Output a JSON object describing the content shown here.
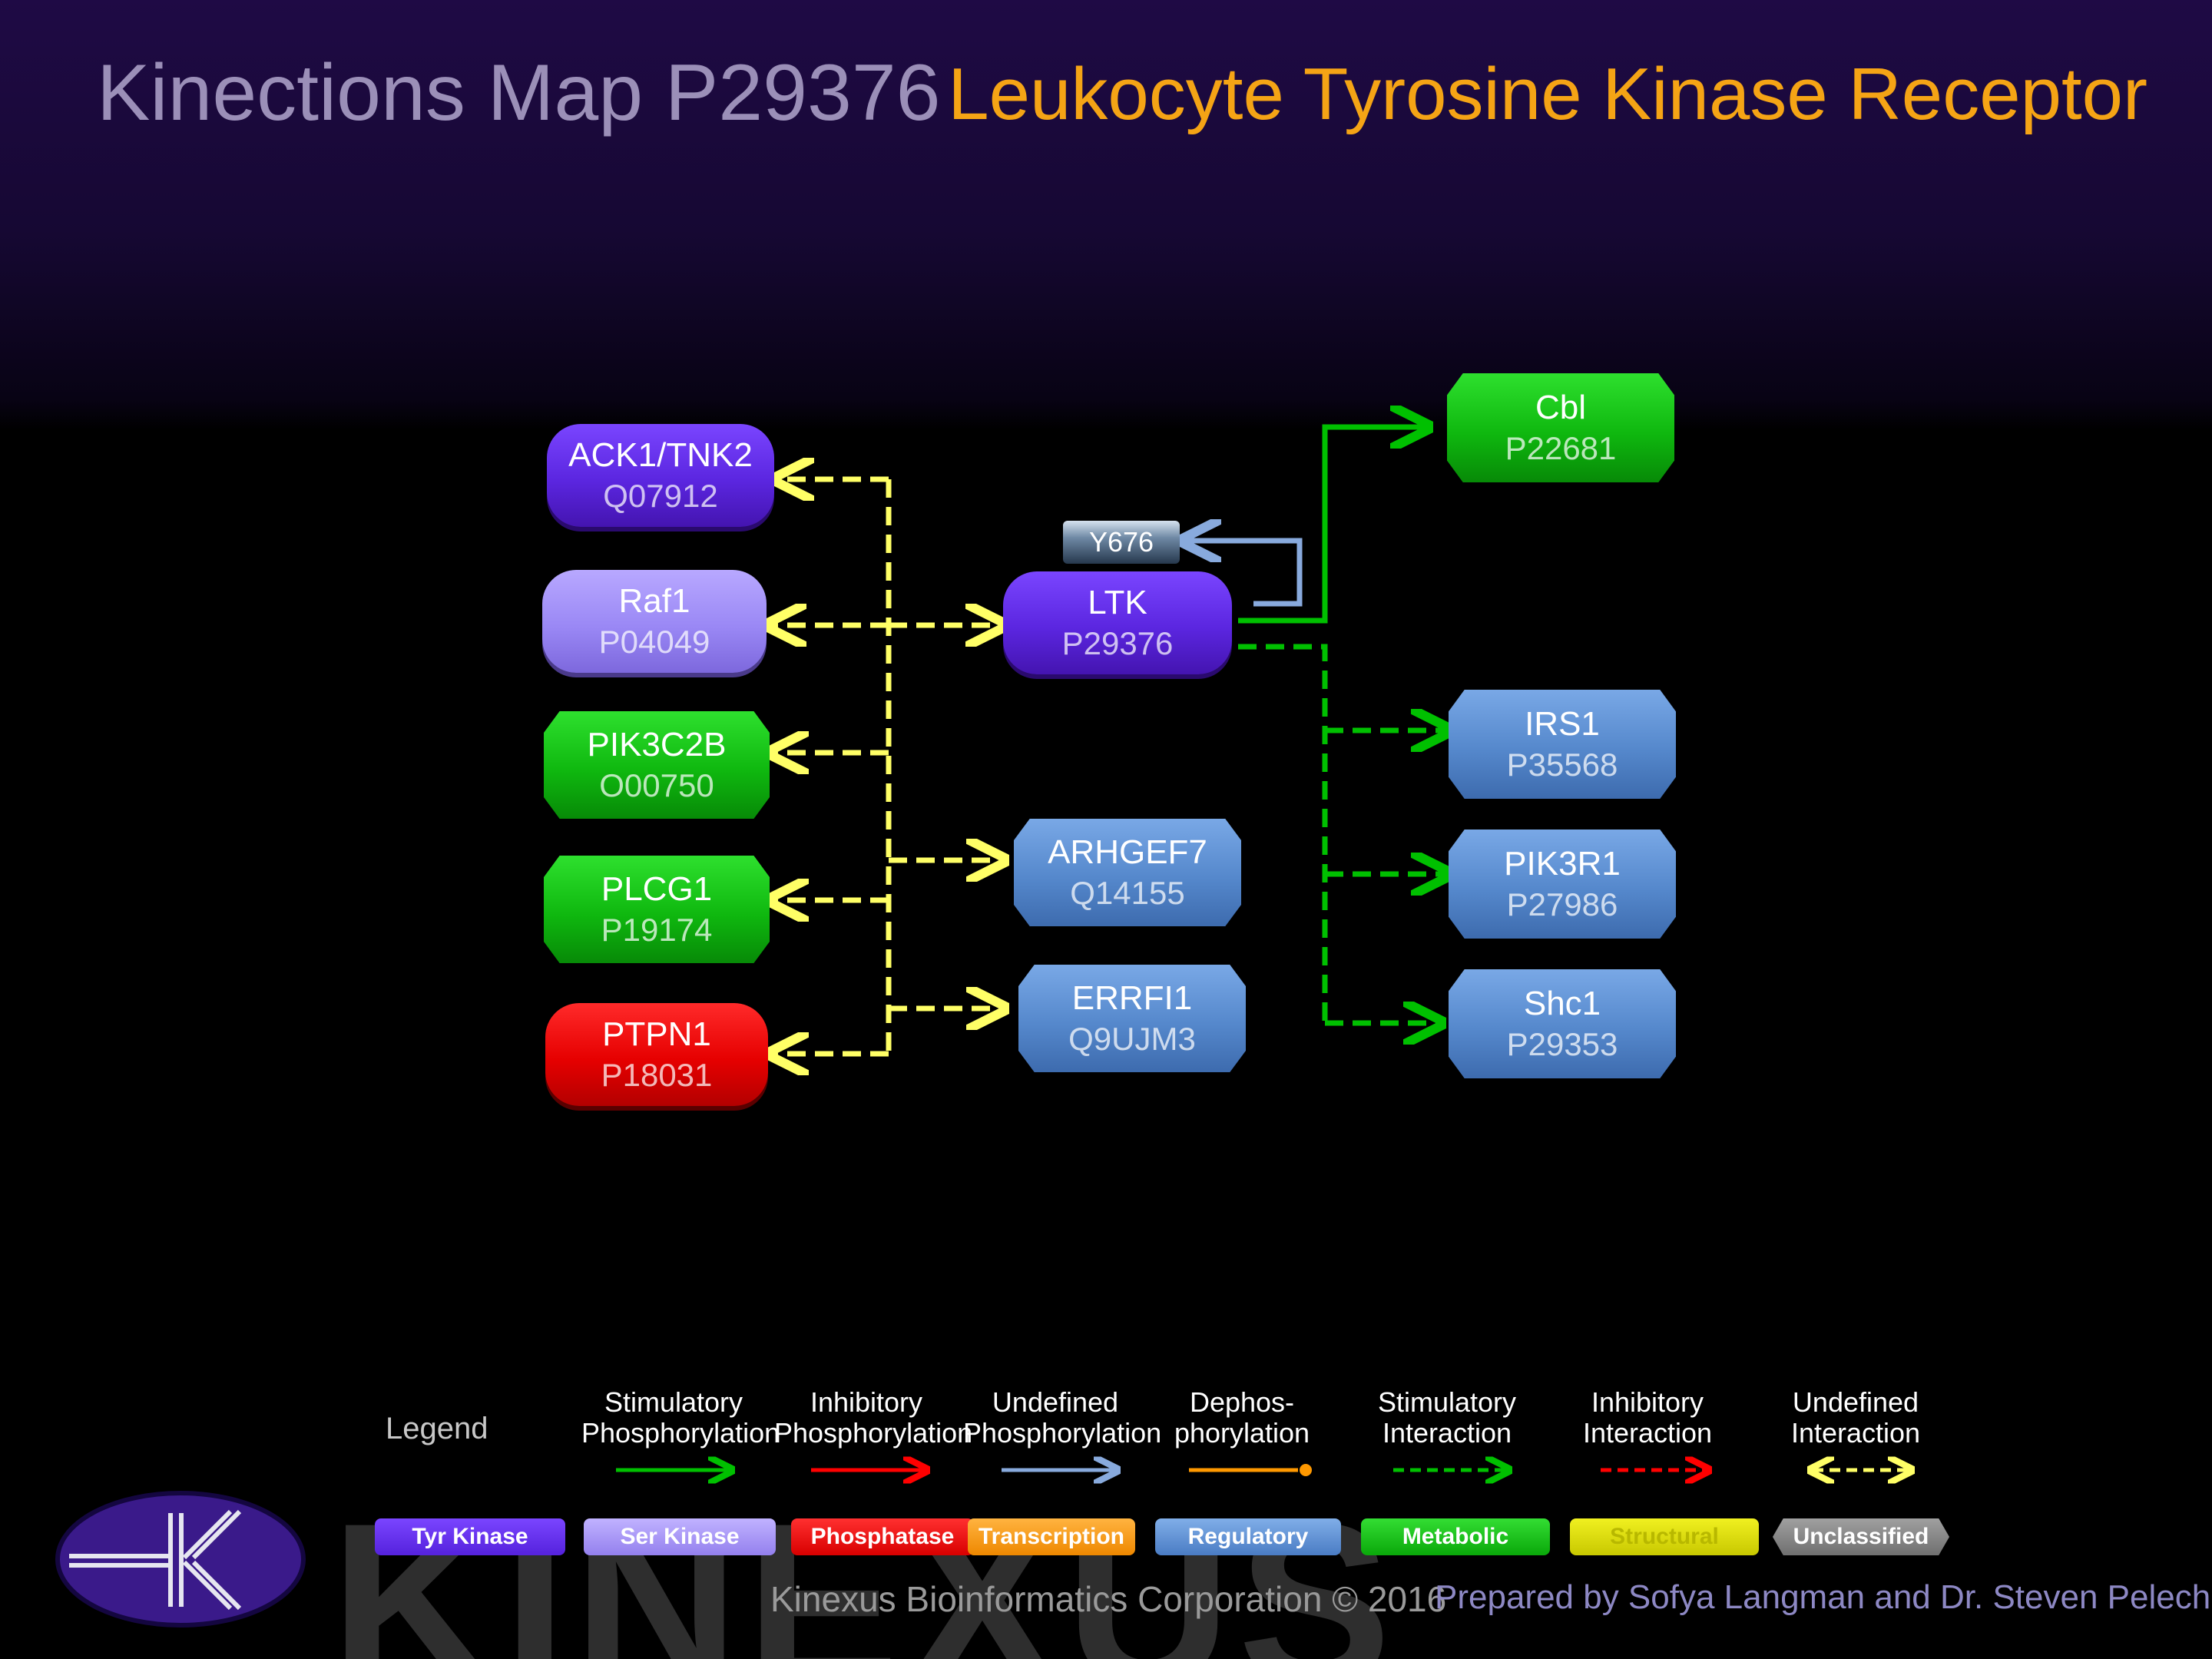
{
  "header": {
    "map_title": "Kinections Map P29376",
    "protein_name": "Leukocyte Tyrosine Kinase Receptor"
  },
  "central": {
    "name": "LTK",
    "id": "P29376",
    "site": "Y676"
  },
  "left_partners": [
    {
      "name": "ACK1/TNK2",
      "id": "Q07912",
      "type": "Tyr Kinase"
    },
    {
      "name": "Raf1",
      "id": "P04049",
      "type": "Ser Kinase"
    },
    {
      "name": "PIK3C2B",
      "id": "O00750",
      "type": "Metabolic"
    },
    {
      "name": "PLCG1",
      "id": "P19174",
      "type": "Metabolic"
    },
    {
      "name": "PTPN1",
      "id": "P18031",
      "type": "Phosphatase"
    }
  ],
  "mid_partners": [
    {
      "name": "ARHGEF7",
      "id": "Q14155",
      "type": "Regulatory"
    },
    {
      "name": "ERRFI1",
      "id": "Q9UJM3",
      "type": "Regulatory"
    }
  ],
  "right_partners": [
    {
      "name": "Cbl",
      "id": "P22681",
      "type": "Metabolic"
    },
    {
      "name": "IRS1",
      "id": "P35568",
      "type": "Regulatory"
    },
    {
      "name": "PIK3R1",
      "id": "P27986",
      "type": "Regulatory"
    },
    {
      "name": "Shc1",
      "id": "P29353",
      "type": "Regulatory"
    }
  ],
  "legend": {
    "title": "Legend",
    "interactions": [
      {
        "line1": "Stimulatory",
        "line2": "Phosphorylation",
        "color": "#00c000",
        "style": "solid-arrow"
      },
      {
        "line1": "Inhibitory",
        "line2": "Phosphorylation",
        "color": "#ff0000",
        "style": "solid-arrow"
      },
      {
        "line1": "Undefined",
        "line2": "Phosphorylation",
        "color": "#88aadd",
        "style": "solid-arrow"
      },
      {
        "line1": "Dephos-",
        "line2": "phorylation",
        "color": "#ff9900",
        "style": "solid-dot"
      },
      {
        "line1": "Stimulatory",
        "line2": "Interaction",
        "color": "#00c000",
        "style": "dashed-arrow"
      },
      {
        "line1": "Inhibitory",
        "line2": "Interaction",
        "color": "#ff0000",
        "style": "dashed-arrow"
      },
      {
        "line1": "Undefined",
        "line2": "Interaction",
        "color": "#ffff66",
        "style": "dashed-double"
      }
    ],
    "categories": [
      {
        "label": "Tyr Kinase",
        "color": "#6633ff"
      },
      {
        "label": "Ser Kinase",
        "color": "#9988ee"
      },
      {
        "label": "Phosphatase",
        "color": "#ee0000"
      },
      {
        "label": "Transcription",
        "color": "#ff9900"
      },
      {
        "label": "Regulatory",
        "color": "#5588cc"
      },
      {
        "label": "Metabolic",
        "color": "#11bb11"
      },
      {
        "label": "Structural",
        "color": "#dddd00"
      },
      {
        "label": "Unclassified",
        "color": "#888888"
      }
    ]
  },
  "watermark": "KINEXUS",
  "footer": {
    "copyright": "Kinexus Bioinformatics Corporation © 2016",
    "credits": "Prepared by Sofya Langman and Dr. Steven Pelech"
  }
}
